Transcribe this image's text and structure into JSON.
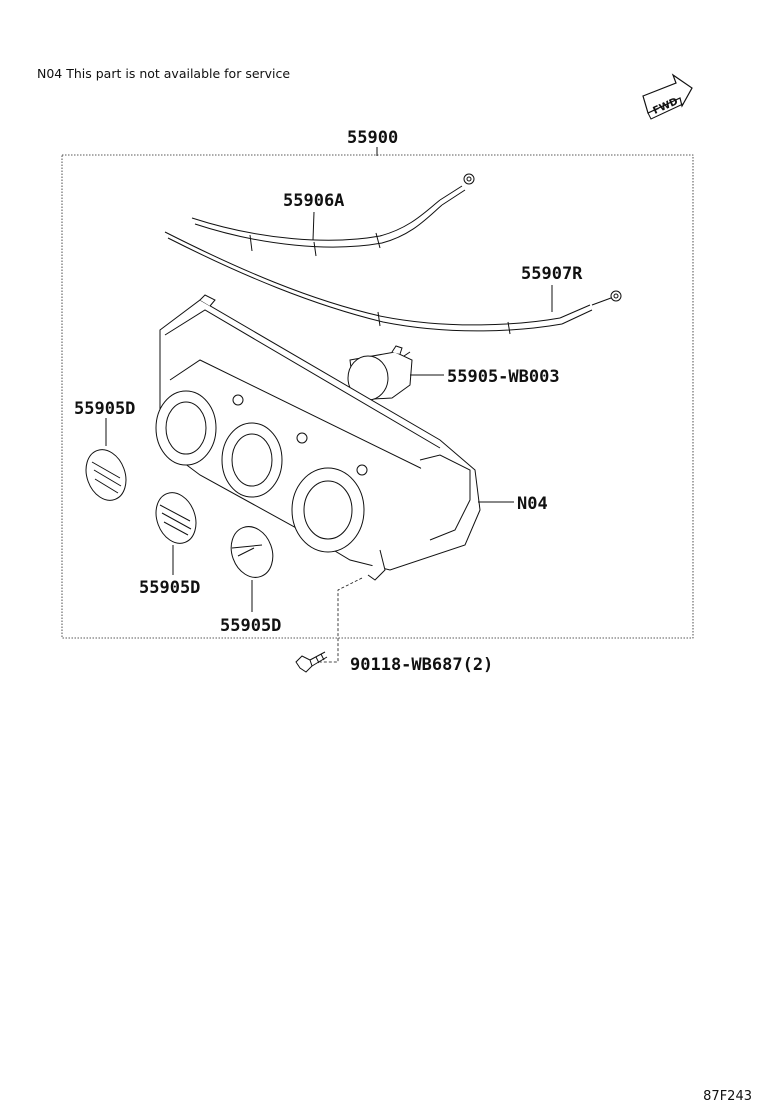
{
  "note": "N04 This part is not available for service",
  "fwd_label": "FWD",
  "diagram_code": "87F243",
  "labels": {
    "assembly": "55900",
    "cable_a": "55906A",
    "cable_r": "55907R",
    "knob_small": "55905-WB003",
    "knob_left": "55905D",
    "knob_mid": "55905D",
    "knob_right": "55905D",
    "panel": "N04",
    "screw": "90118-WB687(2)"
  }
}
